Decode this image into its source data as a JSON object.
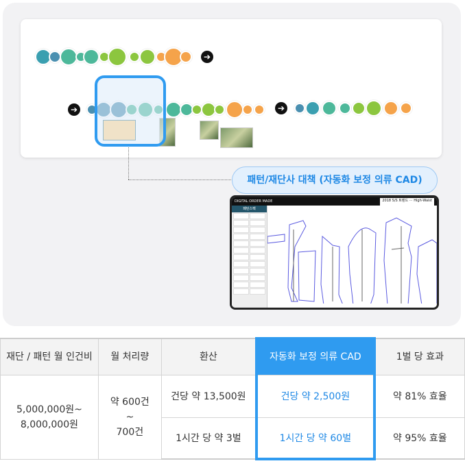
{
  "diagram": {
    "colors": {
      "teal": "#3a9fb0",
      "blue": "#4a8fb0",
      "mint": "#4db89a",
      "green": "#8cc63f",
      "orange": "#f5a34a"
    },
    "arrow_icon": "arrow-right-icon"
  },
  "callout": {
    "label": "패턴/재단사 대책 (자동화 보정 의류 CAD)"
  },
  "tablet": {
    "brand": "DIGITAL ORDER MADE",
    "title": "2018 S/S 트렌드 ⋯ High-Waist",
    "sidebar_title": "패턴스펙"
  },
  "table": {
    "headers": [
      "재단 / 패턴 월 인건비",
      "월 처리량",
      "환산",
      "자동화 보정 의류 CAD",
      "1벌 당 효과"
    ],
    "cost": "5,000,000원~ 8,000,000원",
    "volume": [
      "약 600건",
      "~",
      "700건"
    ],
    "rows": [
      {
        "conv": "건당 약 13,500원",
        "cad": "건당 약 2,500원",
        "effect": "약 81% 효율"
      },
      {
        "conv": "1시간 당 약 3벌",
        "cad": "1시간 당 약 60벌",
        "effect": "약 95% 효율"
      }
    ]
  }
}
